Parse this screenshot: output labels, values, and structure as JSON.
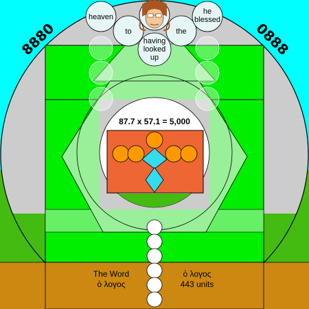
{
  "figure": {
    "left_number": "8880",
    "right_number": "0888",
    "equation": "87.7 x 57.1 = 5,000",
    "circle_words": {
      "heaven": "heaven",
      "to": "to",
      "the": "the",
      "he_blessed": [
        "he",
        "blessed"
      ],
      "having_looked_up": [
        "having",
        "looked",
        "up"
      ]
    },
    "bottom_left": [
      "The Word",
      "ὁ λογος"
    ],
    "bottom_right": [
      "ὁ λογος",
      "443 units"
    ]
  },
  "colors": {
    "sky": "#00ffff",
    "grass": "#44bb11",
    "ground": "#cc8811",
    "disk": "#cccccc",
    "green_bright": "#00ee00",
    "green_pale": "#88f088",
    "rect_orange": "#ee6633",
    "circle_orange": "#ff9900",
    "diamond_cyan": "#33ddee"
  }
}
